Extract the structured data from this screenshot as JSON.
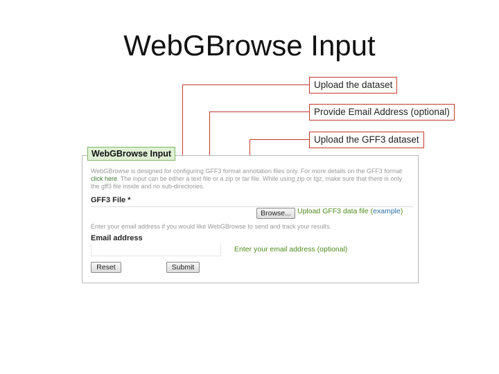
{
  "slide": {
    "title": "WebGBrowse Input"
  },
  "callouts": {
    "upload_dataset": "Upload the dataset",
    "email": "Provide Email Address (optional)",
    "gff3": "Upload the GFF3 dataset"
  },
  "panel": {
    "tab_label": "WebGBrowse Input",
    "description_part1": "WebGBrowse is designed for configuring GFF3 format annotation files only. For more details on the GFF3 format",
    "description_link": "click here",
    "description_part2": ". The input can be either a text file or a zip or tar file. While using zip or tgz, make sure that there is only the gff3 file inside and no sub-directories.",
    "gff3_label": "GFF3 File *",
    "browse_label": "Browse...",
    "gff3_hint_prefix": "Upload GFF3 data file (",
    "gff3_hint_link": "example",
    "gff3_hint_suffix": ")",
    "email_description": "Enter your email address if you would like WebGBrowse to send and track your results.",
    "email_label": "Email address",
    "email_value": "",
    "email_hint": "Enter your email address (optional)",
    "reset_label": "Reset",
    "submit_label": "Submit"
  },
  "colors": {
    "callout_line": "#c0392b",
    "tab_bg": "#dff0d4",
    "hint": "#4e8a1c"
  }
}
